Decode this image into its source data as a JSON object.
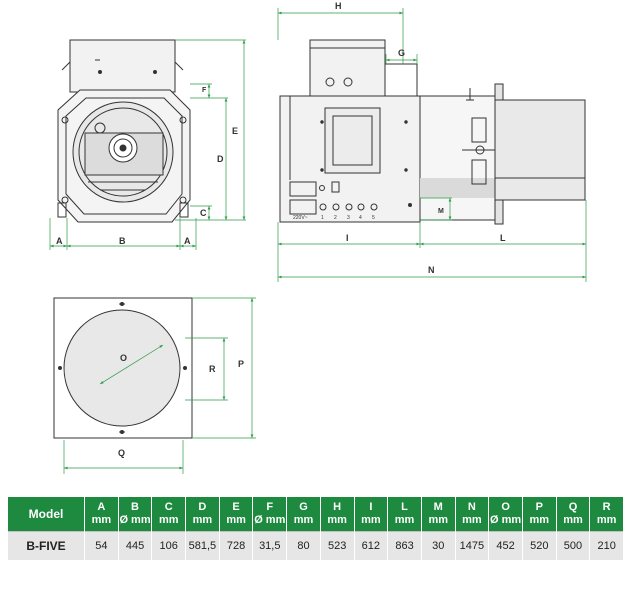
{
  "drawing": {
    "dimension_letters": {
      "front_view": [
        "A",
        "B",
        "A",
        "C",
        "D",
        "E",
        "F"
      ],
      "side_view": [
        "H",
        "G",
        "I",
        "L",
        "M",
        "N"
      ],
      "flange_view": [
        "O",
        "P",
        "Q",
        "R"
      ]
    },
    "panel_label": "220V~",
    "terminal_numbers": [
      "1",
      "2",
      "3",
      "4",
      "5"
    ]
  },
  "table": {
    "header_model": "Model",
    "columns": [
      {
        "letter": "A",
        "unit": "mm"
      },
      {
        "letter": "B",
        "unit": "Ø mm"
      },
      {
        "letter": "C",
        "unit": "mm"
      },
      {
        "letter": "D",
        "unit": "mm"
      },
      {
        "letter": "E",
        "unit": "mm"
      },
      {
        "letter": "F",
        "unit": "Ø mm"
      },
      {
        "letter": "G",
        "unit": "mm"
      },
      {
        "letter": "H",
        "unit": "mm"
      },
      {
        "letter": "I",
        "unit": "mm"
      },
      {
        "letter": "L",
        "unit": "mm"
      },
      {
        "letter": "M",
        "unit": "mm"
      },
      {
        "letter": "N",
        "unit": "mm"
      },
      {
        "letter": "O",
        "unit": "Ø mm"
      },
      {
        "letter": "P",
        "unit": "mm"
      },
      {
        "letter": "Q",
        "unit": "mm"
      },
      {
        "letter": "R",
        "unit": "mm"
      }
    ],
    "rows": [
      {
        "model": "B-FIVE",
        "values": [
          "54",
          "445",
          "106",
          "581,5",
          "728",
          "31,5",
          "80",
          "523",
          "612",
          "863",
          "30",
          "1475",
          "452",
          "520",
          "500",
          "210"
        ]
      }
    ]
  },
  "colors": {
    "header_green": "#1d8a3f",
    "dimension_green": "#2e9a4a",
    "line_dark": "#333333",
    "body_grey": "#e8e8e8",
    "row_grey": "#e6e6e6"
  }
}
